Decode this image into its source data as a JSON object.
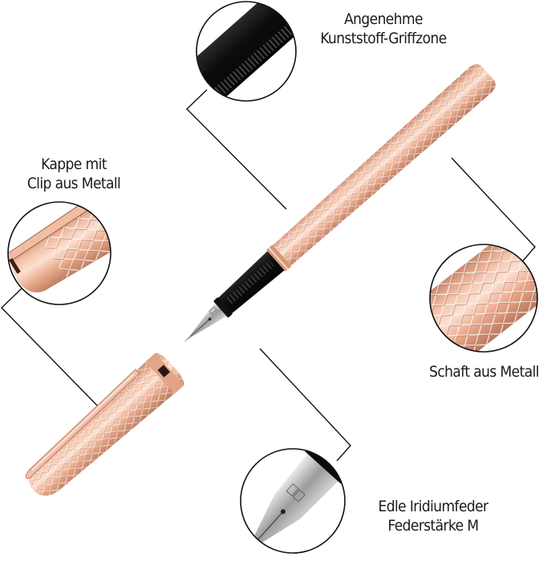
{
  "image": {
    "description": "Product illustration of a rose-gold fountain pen with diamond guilloché pattern, shown with detached cap and four circular zoom callouts",
    "background": "#ffffff",
    "colors": {
      "rose_gold": "#e8a88a",
      "rose_gold_light": "#f6cdb8",
      "rose_gold_dark": "#b87a60",
      "grip_black": "#151515",
      "nib_silver": "#b8b8b8",
      "line": "#111111"
    }
  },
  "callouts": [
    {
      "id": "grip",
      "lines": [
        "Angenehme",
        "Kunststoff-Griffzone"
      ],
      "detail": "black-plastic-grip-section"
    },
    {
      "id": "cap",
      "lines": [
        "Kappe mit",
        "Clip aus Metall"
      ],
      "detail": "metal-clip-cap"
    },
    {
      "id": "shaft",
      "lines": [
        "Schaft aus Metall"
      ],
      "detail": "metal-barrel-guilloche"
    },
    {
      "id": "nib",
      "lines": [
        "Edle Iridiumfeder",
        "Federstärke M"
      ],
      "detail": "iridium-nib"
    }
  ]
}
